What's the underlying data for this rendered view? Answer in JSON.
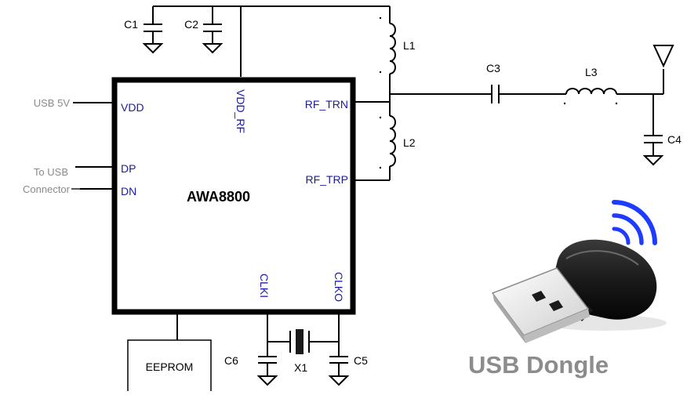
{
  "chip": {
    "name": "AWA8800"
  },
  "pins": {
    "vdd": "VDD",
    "vdd_rf": "VDD_RF",
    "rf_trn": "RF_TRN",
    "rf_trp": "RF_TRP",
    "dp": "DP",
    "dn": "DN",
    "clki": "CLKI",
    "clko": "CLKO"
  },
  "external": {
    "usb5v": "USB 5V",
    "to_usb_line1": "To USB",
    "to_usb_line2": "Connector"
  },
  "components": {
    "c1": "C1",
    "c2": "C2",
    "c3": "C3",
    "c4": "C4",
    "c5": "C5",
    "c6": "C6",
    "l1": "L1",
    "l2": "L2",
    "l3": "L3",
    "x1": "X1",
    "eeprom": "EEPROM"
  },
  "dongle": {
    "caption": "USB Dongle"
  },
  "colors": {
    "pin_label": "#1a1aa8",
    "external_label": "#8a8a8a",
    "wireless_waves": "#1e3cff",
    "caption": "#8c8c8c"
  },
  "icons": {
    "antenna": "antenna-icon",
    "ground": "ground-icon",
    "wireless": "wireless-waves-icon",
    "dongle": "usb-dongle-icon"
  }
}
